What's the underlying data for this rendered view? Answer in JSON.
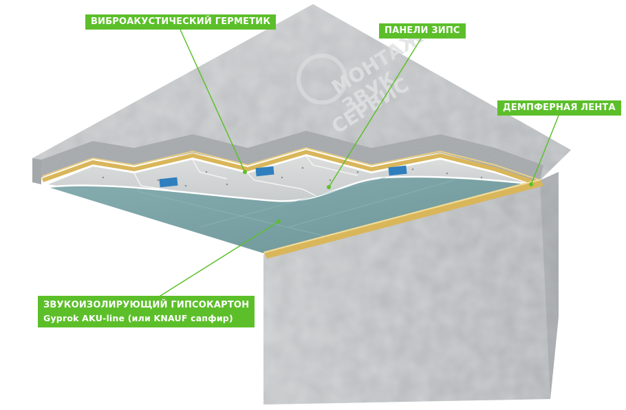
{
  "labels": {
    "vibro_sealant": "ВИБРОАКУСТИЧЕСКИЙ ГЕРМЕТИК",
    "zips_panels": "ПАНЕЛИ ЗИПС",
    "damper_tape": "ДЕМПФЕРНАЯ ЛЕНТА",
    "gypsum_board": "ЗВУКОИЗОЛИРУЮЩИЙ ГИПСОКАРТОН",
    "gypsum_board_sub": "Gyprok AKU-line (или KNAUF сапфир)"
  },
  "watermark": {
    "line1": "МОНТАЖ",
    "line2": "ЗВУК",
    "line3": "СЕРВИС"
  },
  "colors": {
    "accent": "#5cbf2a",
    "concrete": "#b9bcbf",
    "gypsum_board": "#79a3a6",
    "panel": "#d3d5d5",
    "insulation": "#d9b65a"
  }
}
